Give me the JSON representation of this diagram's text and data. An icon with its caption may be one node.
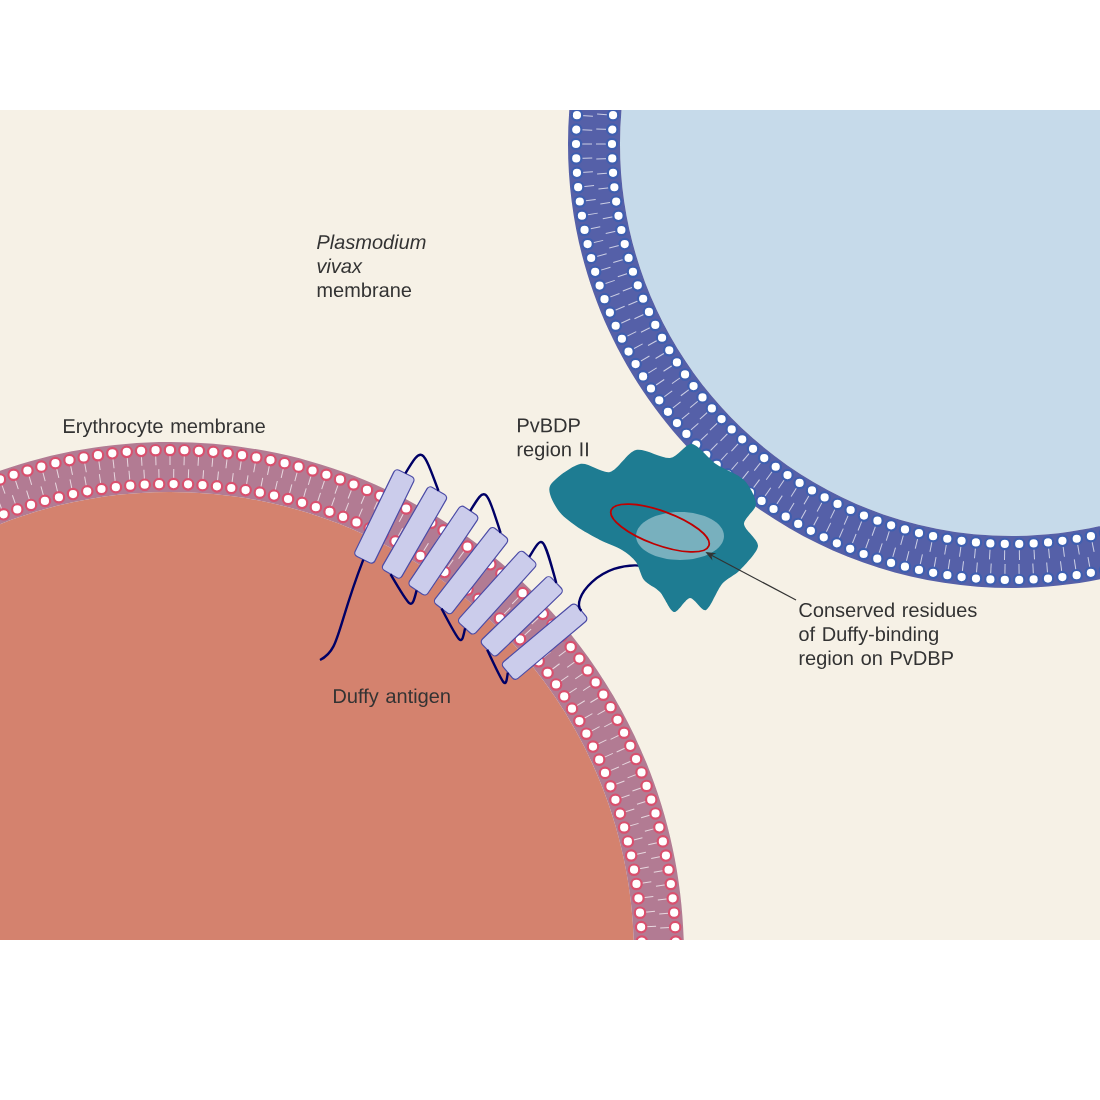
{
  "diagram": {
    "nodes": [
      {
        "text": [
          "Conserved residues of Duffy-binding region on PvDBP"
        ]
      },
      {
        "text": [],
        "shape": "ellipse"
      }
    ],
    "edges": [
      {
        "from": 0,
        "to": 1,
        "arrow": "to"
      }
    ],
    "labels": [
      "*Plasmodium vivax* membrane",
      "Erythrocyte membrane",
      "PvBDP region II",
      "Duffy antigen"
    ]
  }
}
